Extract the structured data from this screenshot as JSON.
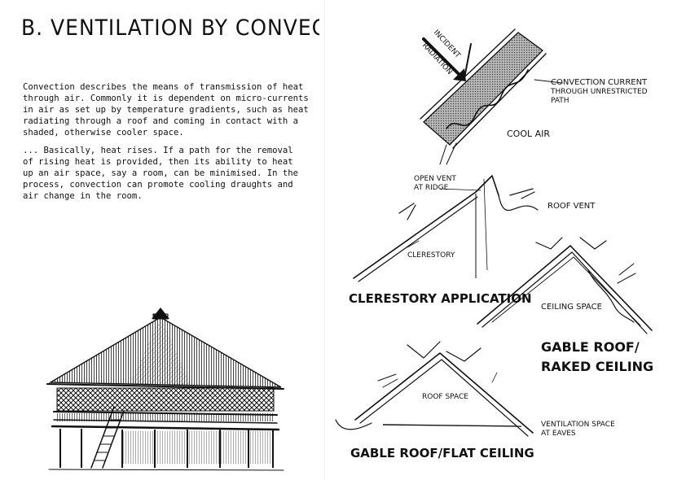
{
  "heading": "B. VENTILATION BY CONVECTION",
  "paragraphs": [
    "Convection describes the means of transmission of heat\nthrough air. Commonly it is dependent on micro-currents\nin air as set up by temperature gradients, such as heat\nradiating through a roof and coming in contact with a\nshaded, otherwise cooler space.",
    "... Basically, heat rises. If a path for the removal\nof rising heat is provided, then its ability to heat\nup an air space, say a room, can be minimised. In the\nprocess, convection can promote cooling draughts and\nair change in the room."
  ],
  "diagrams": {
    "roof_section": {
      "arrow_label_1": "INCIDENT",
      "arrow_label_2": "RADIATION",
      "convection_1": "CONVECTION CURRENT",
      "convection_2": "THROUGH UNRESTRICTED",
      "convection_3": "PATH",
      "cool_air": "COOL AIR"
    },
    "clerestory": {
      "vent_1": "OPEN VENT",
      "vent_2": "AT RIDGE",
      "clerestory_label": "CLERESTORY",
      "title": "CLERESTORY APPLICATION"
    },
    "gable_raked": {
      "roof_vent": "ROOF VENT",
      "ceiling_space": "CEILING SPACE",
      "title_1": "GABLE ROOF/",
      "title_2": "RAKED CEILING"
    },
    "gable_flat": {
      "roof_space": "ROOF SPACE",
      "vent_space_1": "VENTILATION SPACE",
      "vent_space_2": "AT EAVES",
      "title": "GABLE ROOF/FLAT CEILING"
    }
  }
}
